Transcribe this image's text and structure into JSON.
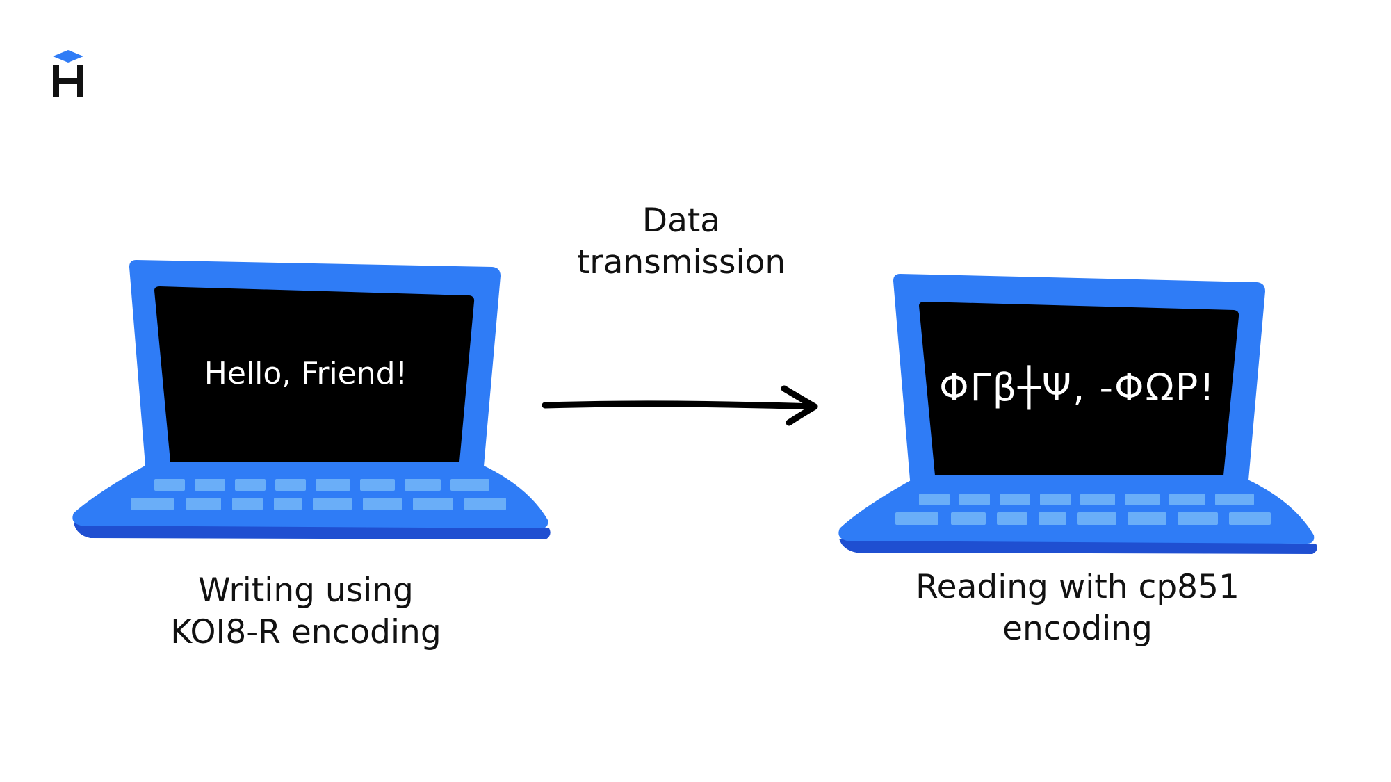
{
  "colors": {
    "laptop_blue": "#2f7cf6",
    "laptop_dark_blue": "#1f4fd1",
    "key_blue": "#6aaef8",
    "screen_black": "#000000",
    "text_dark": "#111111",
    "logo_accent": "#2f7cf6"
  },
  "logo": {
    "icon": "hyperskill-logo-icon",
    "letter": "H"
  },
  "arrow": {
    "icon": "arrow-right-icon"
  },
  "transmission": {
    "line1": "Data",
    "line2": "transmission"
  },
  "left_laptop": {
    "screen_text": "Hello, Friend!",
    "caption_line1": "Writing using",
    "caption_line2": "KOI8-R encoding"
  },
  "right_laptop": {
    "screen_text": "ΦΓβ┼Ψ, -ΦΩP!",
    "caption_line1": "Reading with cp851",
    "caption_line2": "encoding"
  }
}
